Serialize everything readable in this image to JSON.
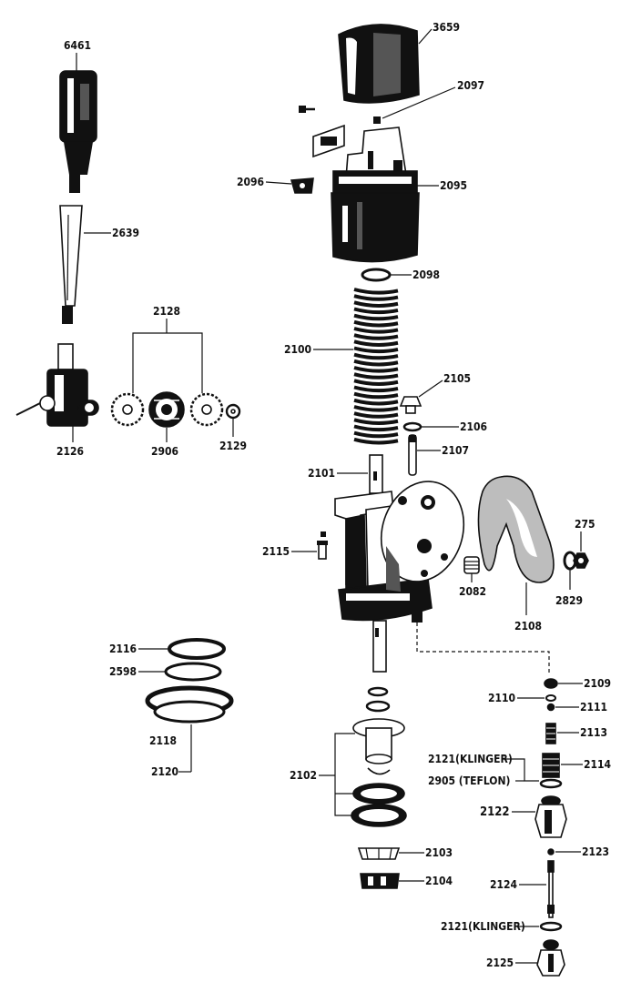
{
  "labels": {
    "p6461": "6461",
    "p2639": "2639",
    "p2128": "2128",
    "p2126": "2126",
    "p2906": "2906",
    "p2129": "2129",
    "p3659": "3659",
    "p2097": "2097",
    "p2096": "2096",
    "p2095": "2095",
    "p2098": "2098",
    "p2100": "2100",
    "p2105": "2105",
    "p2106": "2106",
    "p2107": "2107",
    "p2101": "2101",
    "p2115": "2115",
    "p2082": "2082",
    "p2108": "2108",
    "p275": "275",
    "p2829": "2829",
    "p2116": "2116",
    "p2598": "2598",
    "p2118": "2118",
    "p2120": "2120",
    "p2102": "2102",
    "p2103": "2103",
    "p2104": "2104",
    "p2109": "2109",
    "p2110": "2110",
    "p2111": "2111",
    "p2113": "2113",
    "p2121a": "2121(KLINGER)",
    "p2114": "2114",
    "p2905": "2905 (TEFLON)",
    "p2122": "2122",
    "p2123": "2123",
    "p2124": "2124",
    "p2121b": "2121(KLINGER)",
    "p2125": "2125"
  }
}
